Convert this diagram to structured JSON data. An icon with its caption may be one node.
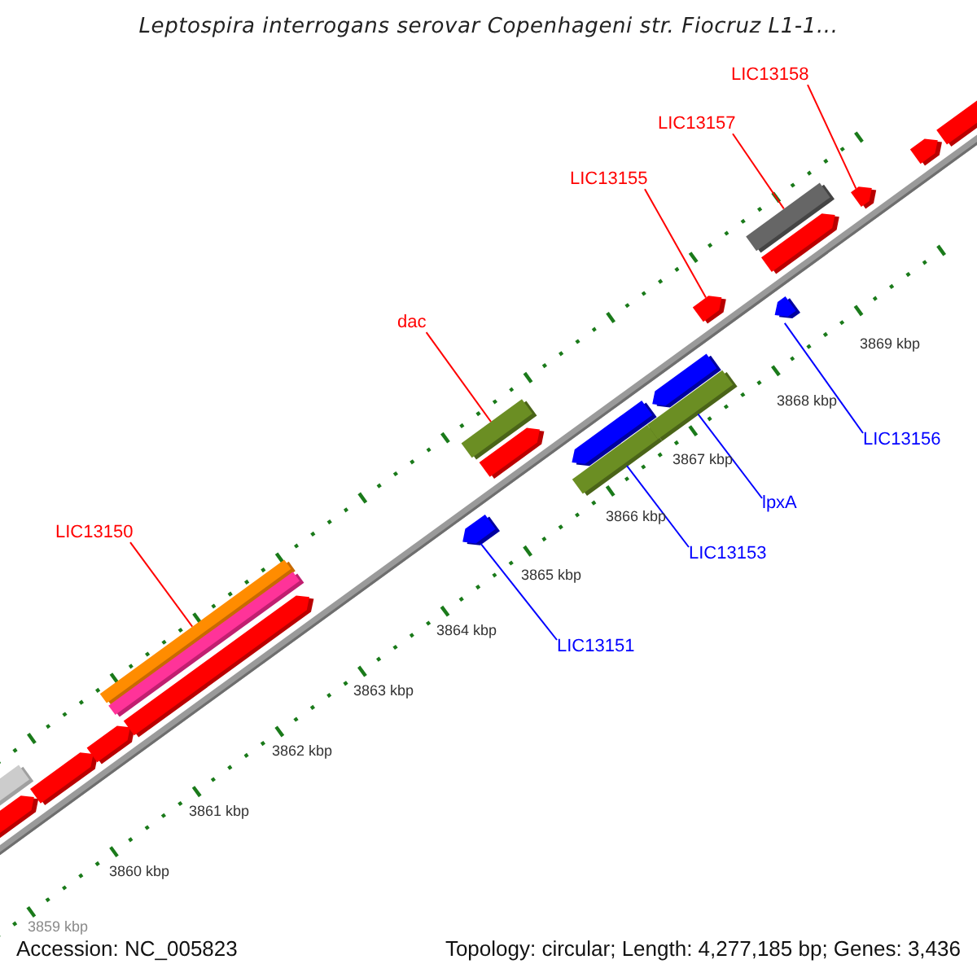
{
  "diagram": {
    "title": "Leptospira interrogans serovar Copenhageni str. Fiocruz L1-1...",
    "nodes": [
      {
        "text": [
          "LIC13158"
        ]
      },
      {
        "text": [
          "LIC13157"
        ]
      },
      {
        "text": [
          "LIC13155"
        ]
      },
      {
        "text": [
          "dac"
        ]
      },
      {
        "text": [
          "LIC13156"
        ]
      },
      {
        "text": [
          "lpxA"
        ]
      },
      {
        "text": [
          "LIC13150"
        ]
      },
      {
        "text": [
          "LIC13153"
        ]
      },
      {
        "text": [
          "LIC13151"
        ]
      },
      {
        "text": [],
        "shape": "pentagon"
      },
      {
        "text": [],
        "shape": "bar"
      },
      {
        "text": [],
        "shape": "pentagon"
      },
      {
        "text": [],
        "shape": "pentagon"
      },
      {
        "text": [],
        "shape": "bar"
      },
      {
        "text": [],
        "shape": "bar"
      },
      {
        "text": [],
        "shape": "pentagon"
      },
      {
        "text": [],
        "shape": "pentagon"
      },
      {
        "text": [],
        "shape": "bar"
      },
      {
        "text": [],
        "shape": "pentagon"
      },
      {
        "text": [],
        "shape": "bar"
      },
      {
        "text": [],
        "shape": "pentagon"
      },
      {
        "text": [],
        "shape": "bar"
      },
      {
        "text": [],
        "shape": "pentagon"
      },
      {
        "text": [],
        "shape": "pentagon"
      },
      {
        "text": [],
        "shape": "pentagon"
      },
      {
        "text": [],
        "shape": "bar"
      },
      {
        "text": [],
        "shape": "pentagon"
      },
      {
        "text": [],
        "shape": "pentagon"
      },
      {
        "text": [],
        "shape": "pentagon"
      },
      {
        "text": [],
        "shape": "pentagon"
      }
    ],
    "edges": [
      {
        "from": 0,
        "to": 27,
        "arrow": "none",
        "color": "#ff0000"
      },
      {
        "from": 1,
        "to": 25,
        "arrow": "none",
        "color": "#ff0000"
      },
      {
        "from": 2,
        "to": 23,
        "arrow": "none",
        "color": "#ff0000"
      },
      {
        "from": 3,
        "to": 17,
        "arrow": "none",
        "color": "#ff0000"
      },
      {
        "from": 4,
        "to": 24,
        "arrow": "none",
        "color": "#0000ff"
      },
      {
        "from": 5,
        "to": 21,
        "arrow": "none",
        "color": "#0000ff"
      },
      {
        "from": 6,
        "to": 13,
        "arrow": "none",
        "color": "#ff0000"
      },
      {
        "from": 7,
        "to": 19,
        "arrow": "none",
        "color": "#0000ff"
      },
      {
        "from": 8,
        "to": 16,
        "arrow": "none",
        "color": "#0000ff"
      }
    ],
    "labels": [
      "3869 kbp",
      "3868 kbp",
      "3867 kbp",
      "3866 kbp",
      "3865 kbp",
      "3864 kbp",
      "3863 kbp",
      "3862 kbp",
      "3861 kbp",
      "3860 kbp",
      "3859 kbp",
      "Accession: NC_005823",
      "Topology: circular; Length: 4,277,185 bp; Genes: 3,436"
    ]
  }
}
